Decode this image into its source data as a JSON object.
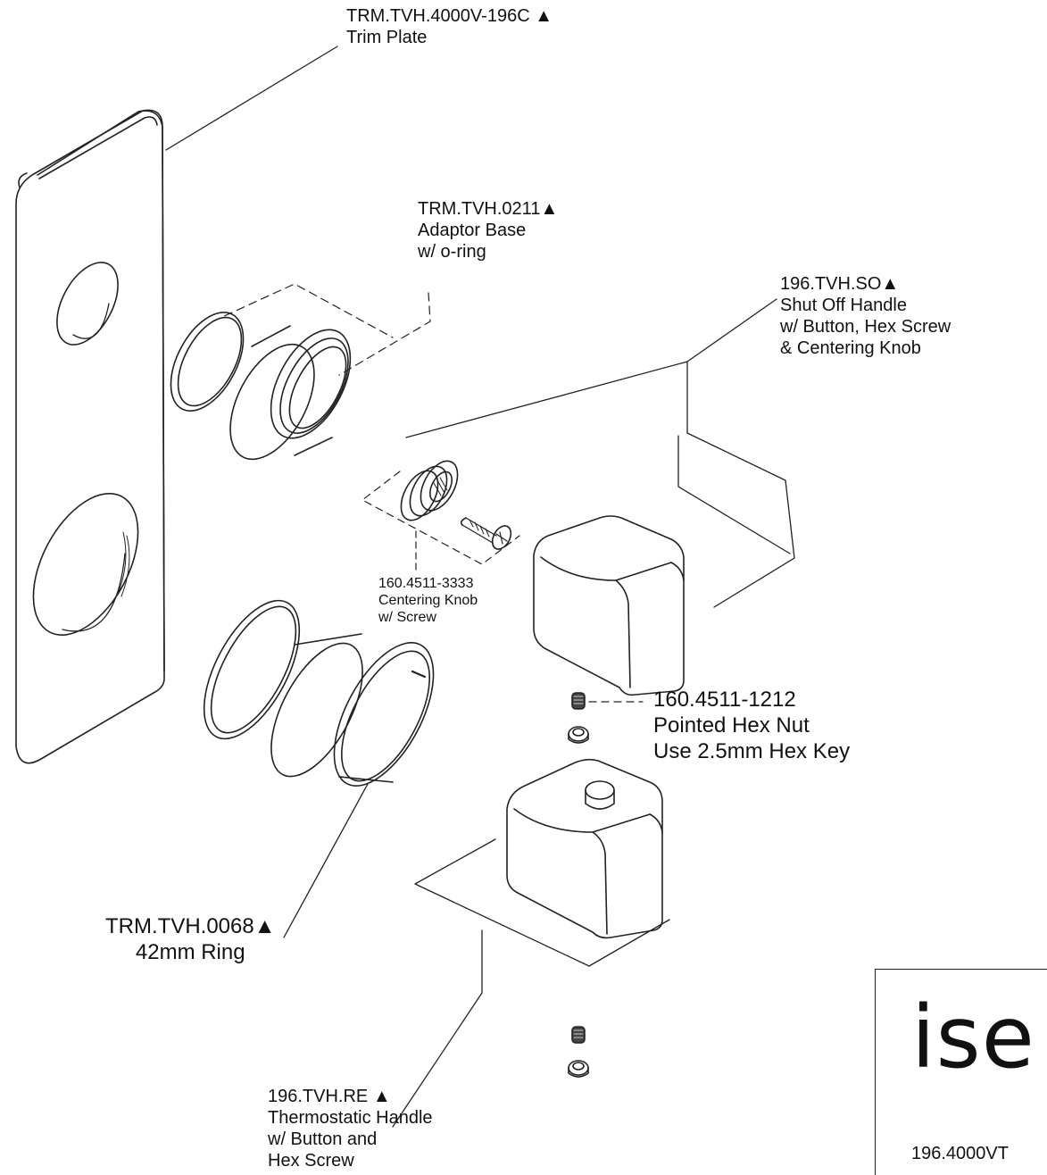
{
  "labels": {
    "trim_plate": {
      "part": "TRM.TVH.4000V-196C ▲",
      "name": "Trim Plate"
    },
    "adaptor_base": {
      "part": "TRM.TVH.0211▲",
      "name": "Adaptor Base",
      "note": "w/ o-ring"
    },
    "shut_off_handle": {
      "part": "196.TVH.SO▲",
      "name": "Shut Off Handle",
      "note1": "w/ Button, Hex Screw",
      "note2": "& Centering Knob"
    },
    "centering_knob": {
      "part": "160.4511-3333",
      "name": "Centering Knob",
      "note": "w/ Screw"
    },
    "hex_nut": {
      "part": "160.4511-1212",
      "name": "Pointed Hex Nut",
      "note": "Use 2.5mm Hex Key"
    },
    "ring": {
      "part": "TRM.TVH.0068▲",
      "name": "42mm Ring"
    },
    "thermostatic_handle": {
      "part": "196.TVH.RE ▲",
      "name": "Thermostatic Handle",
      "note1": "w/ Button and",
      "note2": "Hex Screw"
    }
  },
  "logo": {
    "word": "ise",
    "model": "196.4000VT"
  },
  "colors": {
    "line": "#222222",
    "background": "#ffffff"
  }
}
